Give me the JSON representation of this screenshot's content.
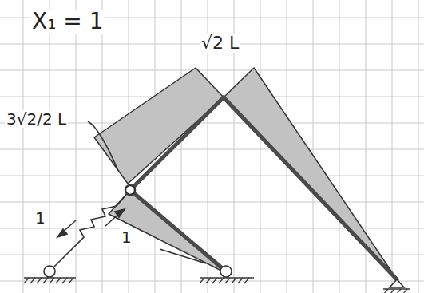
{
  "diagram": {
    "labels": [
      "X₁ = 1",
      "√2 L",
      "3√2/2 L",
      "1",
      "1"
    ]
  }
}
